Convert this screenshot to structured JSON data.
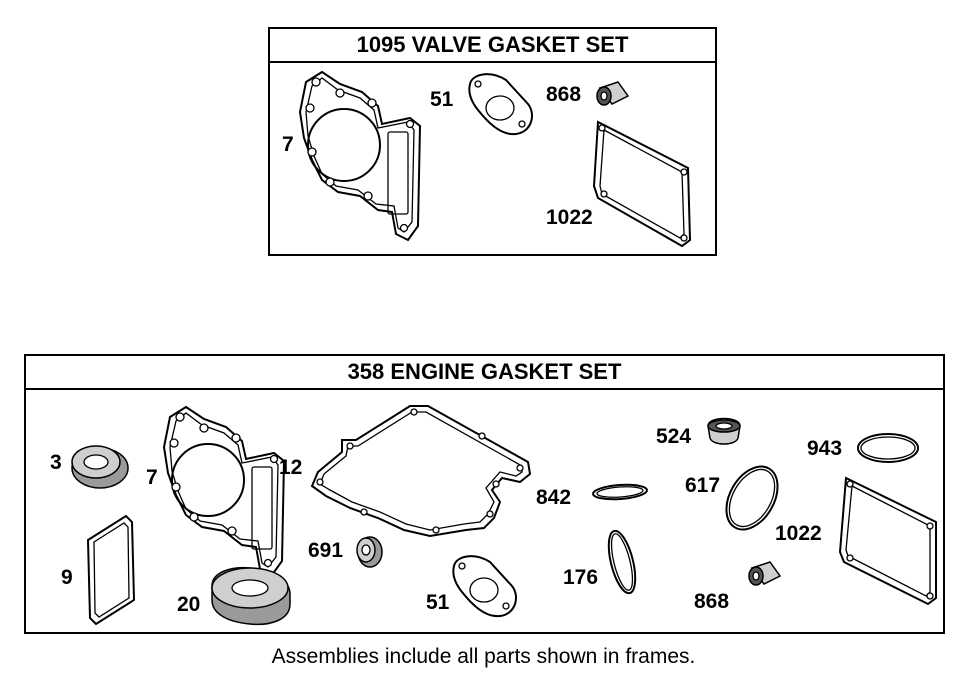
{
  "valve_set": {
    "title": "1095 VALVE GASKET SET",
    "labels": {
      "head_gasket": "7",
      "intake_gasket": "51",
      "valve_seal": "868",
      "cover_gasket": "1022"
    }
  },
  "engine_set": {
    "title": "358 ENGINE GASKET SET",
    "labels": {
      "oil_seal_small": "3",
      "head_gasket": "7",
      "breather_gasket": "9",
      "sump_gasket": "12",
      "oil_seal_large": "20",
      "intake_gasket": "51",
      "seal_524": "524",
      "oring_617": "617",
      "ring_176": "176",
      "seal_691": "691",
      "ring_842": "842",
      "valve_seal": "868",
      "ring_943": "943",
      "cover_gasket": "1022"
    }
  },
  "footer": "Assemblies include all parts shown in frames."
}
